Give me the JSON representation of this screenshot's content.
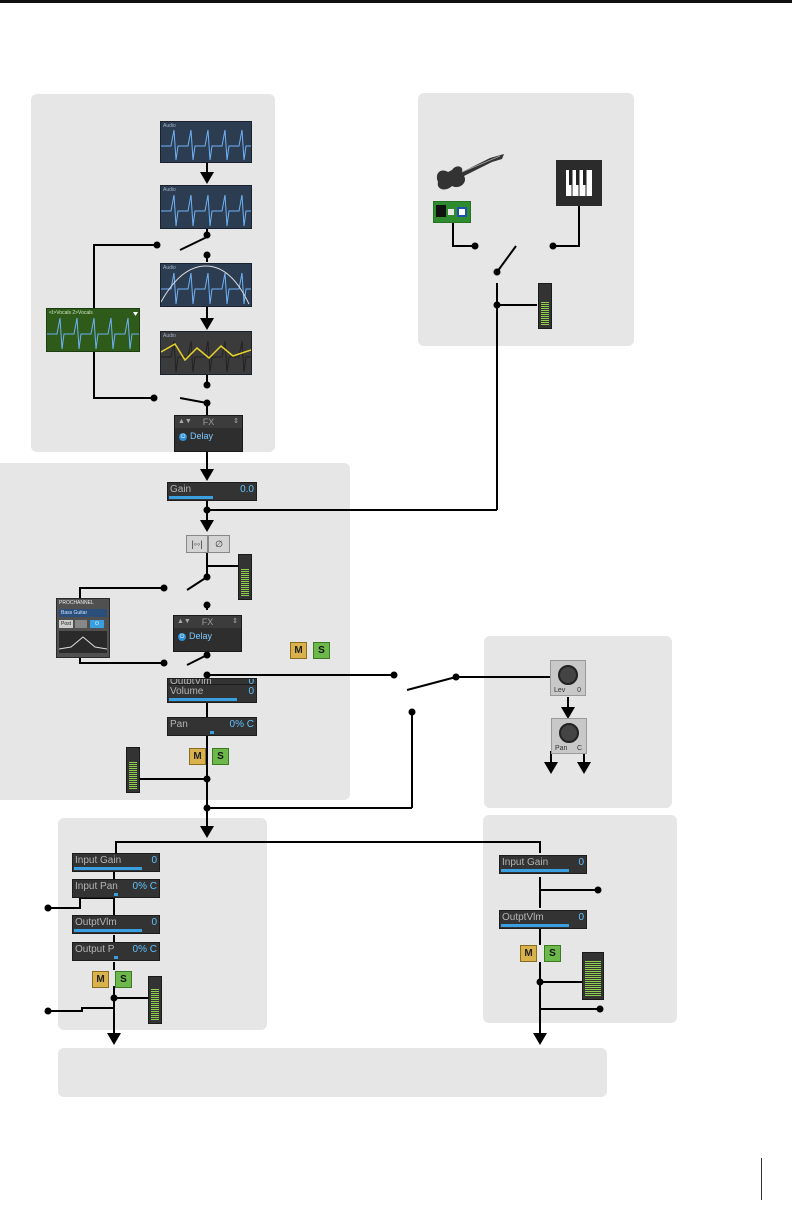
{
  "colors": {
    "panel_bg": "#e6e6e6",
    "wire": "#000000",
    "value_blue": "#5fc2ff",
    "mute_yellow": "#d9b24b",
    "solo_green": "#6cb84a",
    "meter_green": "#8fd14f"
  },
  "clips": {
    "clip1_name": "Audio",
    "clip2_name": "Audio",
    "clip3_name": "Audio",
    "clip4_name": "Audio",
    "comp_name": "<I>Vocals 2>Vocals"
  },
  "track_fx": {
    "header": "FX",
    "item": "Delay"
  },
  "track_strip": {
    "gain_label": "Gain",
    "gain_value": "0.0",
    "interleave_icon": "|◦◦|",
    "phase_icon": "∅",
    "fx_header": "FX",
    "fx_item": "Delay",
    "mute": "M",
    "solo": "S",
    "hidden_label": "OutptVlm",
    "hidden_value": "0",
    "volume_label": "Volume",
    "volume_value": "0",
    "pan_label": "Pan",
    "pan_value": "0% C",
    "mute2": "M",
    "solo2": "S"
  },
  "prochannel": {
    "title": "PROCHANNEL",
    "preset": "Bass Guitar",
    "post_label": "Post"
  },
  "send": {
    "level_label": "Lev",
    "level_suffix": "0",
    "pan_label": "Pan",
    "pan_suffix": "C"
  },
  "bus_left": {
    "input_gain_label": "Input Gain",
    "input_gain_value": "0",
    "input_pan_label": "Input Pan",
    "input_pan_value": "0% C",
    "output_vol_label": "OutptVlm",
    "output_vol_value": "0",
    "output_pan_label": "Output P",
    "output_pan_value": "0% C",
    "mute": "M",
    "solo": "S"
  },
  "bus_right": {
    "input_gain_label": "Input Gain",
    "input_gain_value": "0",
    "output_vol_label": "OutptVlm",
    "output_vol_value": "0",
    "mute": "M",
    "solo": "S"
  },
  "icons": {
    "guitar": "guitar-icon",
    "audio_interface": "audio-interface-icon",
    "keyboard": "midi-keyboard-icon",
    "power": "power-icon",
    "knob": "knob-icon"
  }
}
